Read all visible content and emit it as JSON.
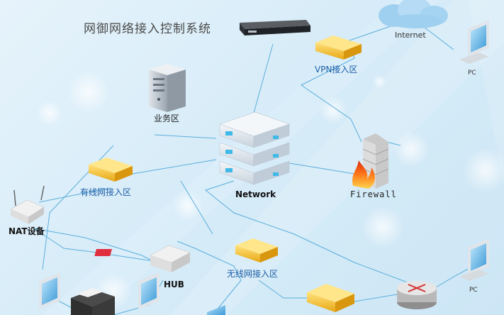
{
  "diagram": {
    "title": "网御网络接入控制系统",
    "nodes": {
      "internet": "Internet",
      "vpn_zone": "VPN接入区",
      "pc_top": "PC",
      "business_zone": "业务区",
      "network": "Network",
      "firewall": "Firewall",
      "wired_zone": "有线网接入区",
      "nat_device": "NAT设备",
      "hub": "HUB",
      "wireless_zone": "无线网接入区",
      "pc_bottom": "PC"
    },
    "colors": {
      "line": "#5aaedb",
      "switch": "#f4c430",
      "background": "#dcedf8",
      "label_blue": "#1f5fa8"
    }
  }
}
